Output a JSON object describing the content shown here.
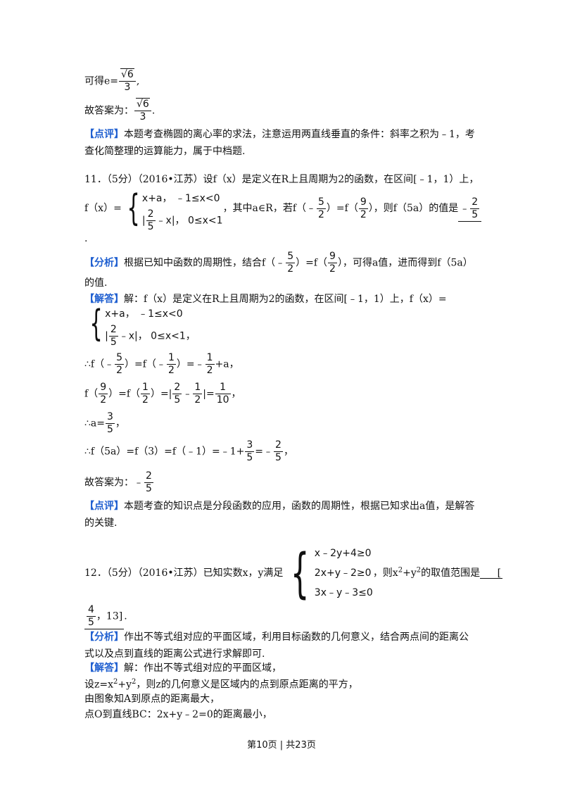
{
  "prev": {
    "e_prefix": "可得e=",
    "e_num": "√6",
    "den3": "3",
    "comma": ",",
    "ans_prefix": "故答案为：",
    "ans_num": "√6",
    "period": ".",
    "comment_tag": "【点评】",
    "comment_l1": "本题考查椭圆的离心率的求法，注意运用两直线垂直的条件：斜率之积为﹣1，考",
    "comment_l2": "查化简整理的运算能力，属于中档题."
  },
  "q11": {
    "stem_l1": "11．（5分）（2016•江苏）设f（x）是定义在R上且周期为2的函数，在区间[﹣1，1）上，",
    "fx_eq": "f（x）=",
    "case1": "x+a，  ﹣1≤x<0",
    "case2_pre": "|",
    "case2_post": "﹣x|，  0≤x<1",
    "where_pre": "，其中a∈R，若f（﹣",
    "eq_mid": "）=f（",
    "ask": "），则f（5a）的值是",
    "dot": ".",
    "analysis_tag": "【分析】",
    "analysis_l1_pre": "根据已知中函数的周期性，结合f（﹣",
    "analysis_l1_mid": "）=f（",
    "analysis_l1_post": "），可得a值，进而得到f（5a）",
    "analysis_l2": "的值.",
    "solution_tag": "【解答】",
    "solution_l1": "解：f（x）是定义在R上且周期为2的函数，在区间[﹣1，1）上，f（x）=",
    "piece_tail": "，",
    "s1_pre": "∴f（﹣",
    "s1_mid": "）=f（﹣",
    "s1_mid2": "）=﹣",
    "s1_post": "+a，",
    "s2_pre": "f（",
    "s2_mid": "）=f（",
    "s2_mid2": "）=|",
    "s2_minus": "﹣",
    "s2_eq": "|=",
    "s2_post": "，",
    "s3_pre": "∴a=",
    "s3_post": "，",
    "s4_pre": "∴f（5a）=f（3）=f（﹣1）=﹣1+",
    "s4_mid": "=﹣",
    "s4_post": "，",
    "ans_prefix": "故答案为：﹣",
    "comment_tag": "【点评】",
    "comment_l1": "本题考查的知识点是分段函数的应用，函数的周期性，根据已知求出a值，是解答",
    "comment_l2": "的关键."
  },
  "fr": {
    "one": "1",
    "two": "2",
    "three": "3",
    "four": "4",
    "five": "5",
    "nine": "9",
    "ten": "10"
  },
  "q12": {
    "stem_pre": "12．（5分）（2016•江苏）已知实数x，y满足",
    "c1": "x﹣2y+4≥0",
    "c2": "2x+y﹣2≥0",
    "c3": "3x﹣y﹣3≤0",
    "ask_pre": "，则x",
    "ask_mid": "+y",
    "ask_post": "的取值范围是",
    "sup2": "2",
    "bracket_open": "[",
    "ans_tail": "，13]",
    "dot": ".",
    "analysis_tag": "【分析】",
    "analysis_l1": "作出不等式组对应的平面区域，利用目标函数的几何意义，结合两点间的距离公",
    "analysis_l2": "式以及点到直线的距离公式进行求解即可.",
    "solution_tag": "【解答】",
    "solution_l1": "解：作出不等式组对应的平面区域，",
    "sol2_pre": "设z=x",
    "sol2_mid": "+y",
    "sol2_post": "，则z的几何意义是区域内的点到原点距离的平方，",
    "sol3": "由图象知A到原点的距离最大，",
    "sol4": "点O到直线BC：2x+y﹣2=0的距离最小，"
  },
  "footer": {
    "text": "第10页 | 共23页"
  }
}
